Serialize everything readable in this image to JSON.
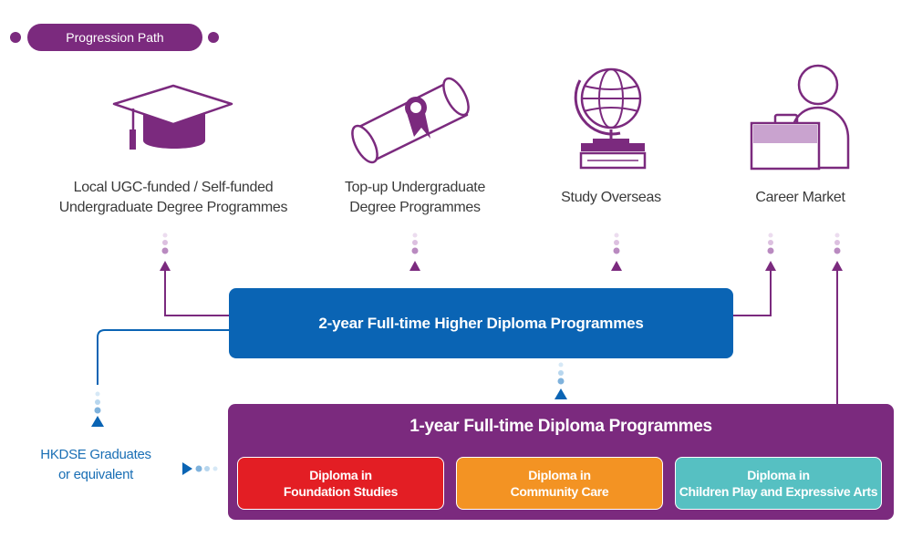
{
  "header": {
    "label": "Progression Path"
  },
  "destinations": [
    {
      "label_line1": "Local UGC-funded / Self-funded",
      "label_line2": "Undergraduate Degree Programmes"
    },
    {
      "label_line1": "Top-up Undergraduate",
      "label_line2": "Degree Programmes"
    },
    {
      "label_line1": "Study Overseas",
      "label_line2": ""
    },
    {
      "label_line1": "Career Market",
      "label_line2": ""
    }
  ],
  "higher_diploma": {
    "title": "2-year Full-time Higher Diploma Programmes"
  },
  "diploma": {
    "title": "1-year Full-time Diploma Programmes",
    "programmes": [
      {
        "line1": "Diploma in",
        "line2": "Foundation Studies",
        "color": "#e31e24"
      },
      {
        "line1": "Diploma in",
        "line2": "Community Care",
        "color": "#f39323"
      },
      {
        "line1": "Diploma in",
        "line2": "Children Play and Expressive Arts",
        "color": "#56c0c2"
      }
    ]
  },
  "entry": {
    "line1": "HKDSE Graduates",
    "line2": "or equivalent"
  },
  "colors": {
    "purple": "#7b2a7e",
    "blue": "#0a64b4",
    "lavender": "#c9a3cf"
  },
  "icons": [
    "graduation-cap-icon",
    "diploma-scroll-icon",
    "globe-books-icon",
    "career-person-icon"
  ]
}
